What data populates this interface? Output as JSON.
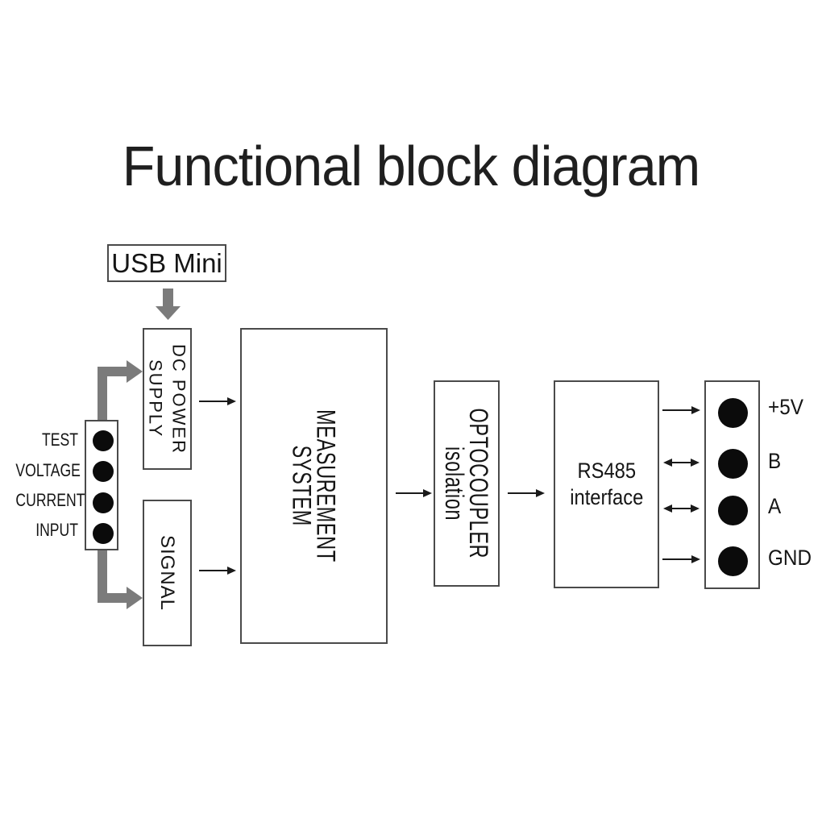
{
  "title": "Functional block diagram",
  "blocks": {
    "usb": {
      "label": "USB Mini"
    },
    "dc_power": {
      "label": "DC POWER\nSUPPLY"
    },
    "signal": {
      "label": "SIGNAL"
    },
    "measurement": {
      "label": "MEASUREMENT\nSYSTEM"
    },
    "optocoupler": {
      "label": "OPTOCOUPLER\nisolation"
    },
    "rs485": {
      "label": "RS485\ninterface"
    }
  },
  "left_port": {
    "labels": [
      "TEST",
      "VOLTAGE",
      "CURRENT",
      "INPUT"
    ],
    "terminal_count": 4
  },
  "output_terminal": {
    "labels": [
      "+5V",
      "B",
      "A",
      "GND"
    ],
    "terminal_count": 4
  },
  "connections": [
    {
      "from": "USB Mini",
      "to": "DC POWER SUPPLY",
      "style": "thick-gray",
      "direction": "one-way"
    },
    {
      "from": "TEST VOLTAGE CURRENT INPUT terminal",
      "to": "DC POWER SUPPLY",
      "style": "thick-gray-elbow",
      "direction": "one-way"
    },
    {
      "from": "TEST VOLTAGE CURRENT INPUT terminal",
      "to": "SIGNAL",
      "style": "thick-gray-elbow",
      "direction": "one-way"
    },
    {
      "from": "DC POWER SUPPLY",
      "to": "MEASUREMENT SYSTEM",
      "style": "thin",
      "direction": "one-way"
    },
    {
      "from": "SIGNAL",
      "to": "MEASUREMENT SYSTEM",
      "style": "thin",
      "direction": "one-way"
    },
    {
      "from": "MEASUREMENT SYSTEM",
      "to": "OPTOCOUPLER isolation",
      "style": "thin",
      "direction": "one-way"
    },
    {
      "from": "OPTOCOUPLER isolation",
      "to": "RS485 interface",
      "style": "thin",
      "direction": "one-way"
    },
    {
      "from": "RS485 interface",
      "to": "+5V",
      "style": "thin",
      "direction": "one-way"
    },
    {
      "from": "RS485 interface",
      "to": "B",
      "style": "thin",
      "direction": "two-way"
    },
    {
      "from": "RS485 interface",
      "to": "A",
      "style": "thin",
      "direction": "two-way"
    },
    {
      "from": "RS485 interface",
      "to": "GND",
      "style": "thin",
      "direction": "one-way"
    }
  ],
  "colors": {
    "background": "#ffffff",
    "thick_arrow_gray": "#7b7b7b",
    "thin_arrow": "#1a1a1a",
    "box_border": "#4a4a4a",
    "text": "#151515",
    "terminal_dot": "#0b0b0b"
  }
}
